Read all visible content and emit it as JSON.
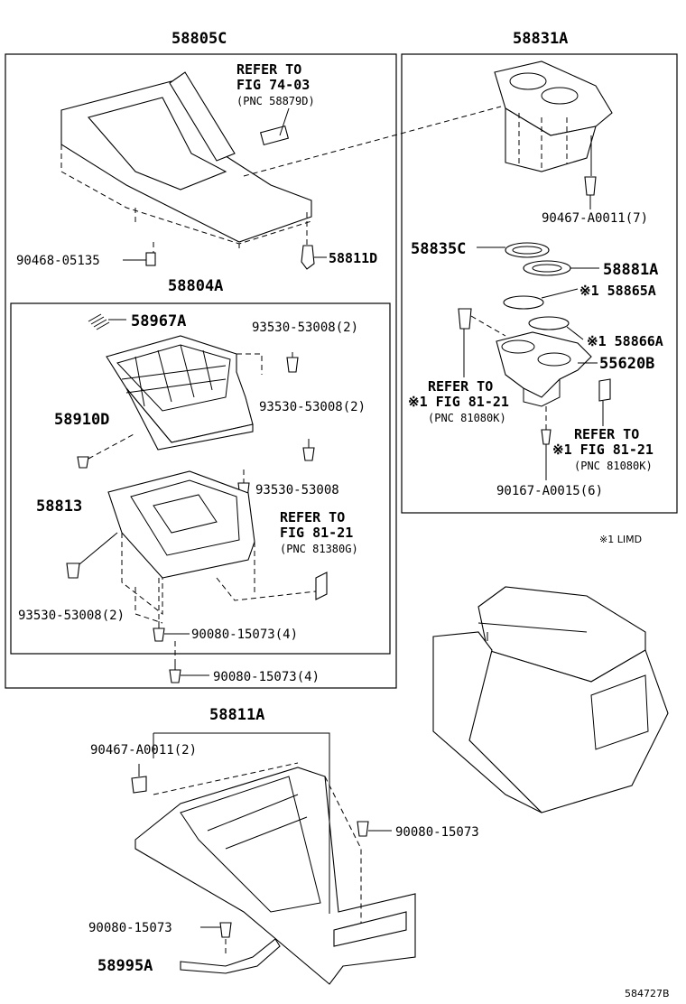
{
  "labels": {
    "p58805C": "58805C",
    "p58831A": "58831A",
    "refer1_l1": "REFER TO",
    "refer1_l2": "FIG 74-03",
    "refer1_l3": "(PNC 58879D)",
    "p90468": "90468-05135",
    "p58811D": "58811D",
    "p58804A": "58804A",
    "p58967A": "58967A",
    "p93530_a": "93530-53008(2)",
    "p58910D": "58910D",
    "p93530_b": "93530-53008(2)",
    "p93530_c": "93530-53008",
    "p58813": "58813",
    "refer2_l1": "REFER TO",
    "refer2_l2": "FIG 81-21",
    "refer2_l3": "(PNC 81380G)",
    "p93530_d": "93530-53008(2)",
    "p90080_a": "90080-15073(4)",
    "p90080_b": "90080-15073(4)",
    "p90467_a": "90467-A0011(7)",
    "p58835C": "58835C",
    "p58881A": "58881A",
    "p58865A": "※1 58865A",
    "p58866A": "※1 58866A",
    "p55620B": "55620B",
    "refer3_l1": "REFER TO",
    "refer3_l2": "※1 FIG 81-21",
    "refer3_l3": "(PNC 81080K)",
    "refer4_l1": "REFER TO",
    "refer4_l2": "※1 FIG 81-21",
    "refer4_l3": "(PNC 81080K)",
    "p90167": "90167-A0015(6)",
    "note_limd": "※1 LIMD",
    "p58811A": "58811A",
    "p90467_b": "90467-A0011(2)",
    "p90080_c": "90080-15073",
    "p90080_d": "90080-15073",
    "p58995A": "58995A",
    "figure_code": "584727B"
  }
}
